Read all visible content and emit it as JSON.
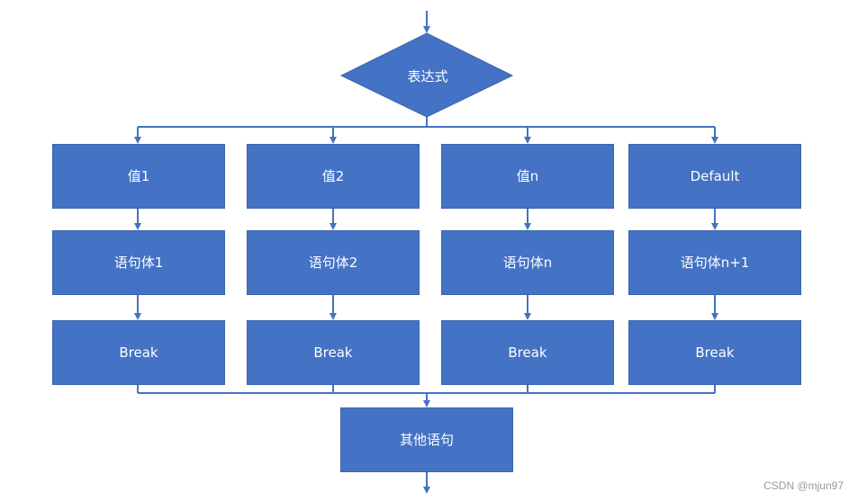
{
  "diagram": {
    "decision": "表达式",
    "columns": [
      {
        "value": "值1",
        "body": "语句体1",
        "break": "Break"
      },
      {
        "value": "值2",
        "body": "语句体2",
        "break": "Break"
      },
      {
        "value": "值n",
        "body": "语句体n",
        "break": "Break"
      },
      {
        "value": "Default",
        "body": "语句体n+1",
        "break": "Break"
      }
    ],
    "next": "其他语句"
  },
  "watermark": "CSDN @mjun97",
  "colors": {
    "node_fill": "#4472c4",
    "connector": "#4472c4",
    "text": "#ffffff"
  }
}
